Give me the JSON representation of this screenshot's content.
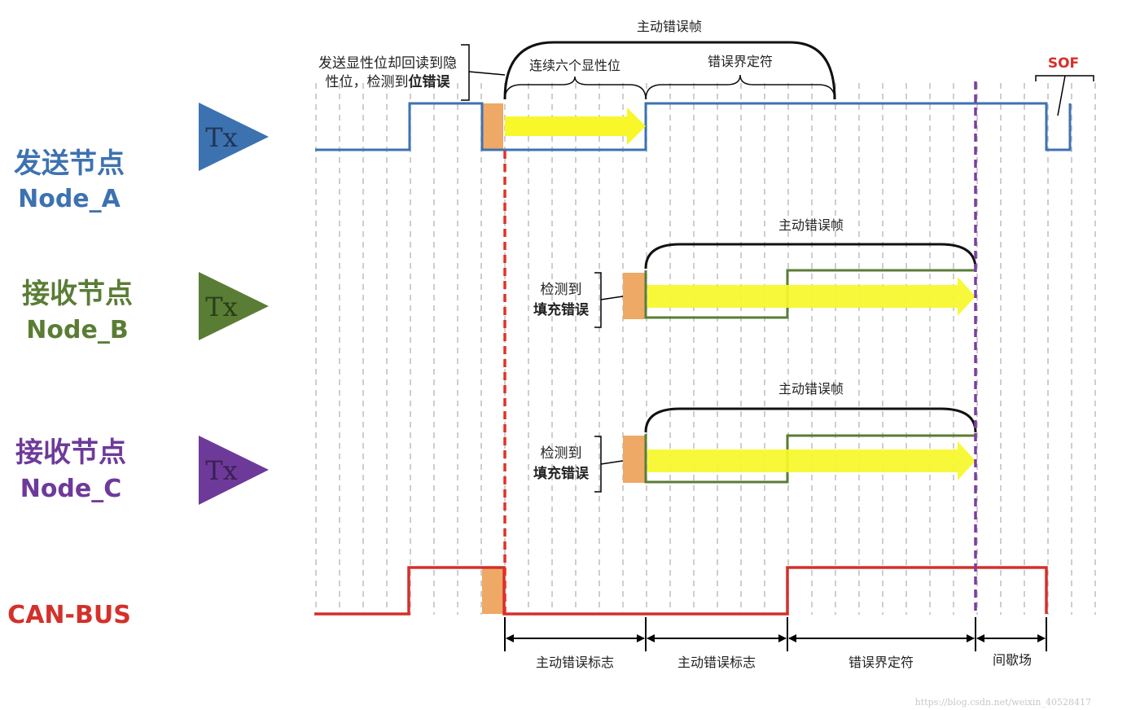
{
  "nodes": [
    {
      "name_cn": "发送节点",
      "name_en": "Node_A",
      "tx": "Tx",
      "color": "#3d72b1"
    },
    {
      "name_cn": "接收节点",
      "name_en": "Node_B",
      "tx": "Tx",
      "color": "#5a7d35"
    },
    {
      "name_cn": "接收节点",
      "name_en": "Node_C",
      "tx": "Tx",
      "color": "#6e3a9a"
    }
  ],
  "bus": {
    "label": "CAN-BUS",
    "color": "#d4302a"
  },
  "node_a": {
    "note_line1": "发送显性位却回读到隐",
    "note_line2_prefix": "性位，检测到",
    "note_line2_bold": "位错误",
    "frame_label": "主动错误帧",
    "six_dominant": "连续六个显性位",
    "delimiter": "错误界定符",
    "sof": "SOF"
  },
  "node_b": {
    "frame_label": "主动错误帧",
    "detect_line1": "检测到",
    "detect_line2": "填充错误"
  },
  "node_c": {
    "frame_label": "主动错误帧",
    "detect_line1": "检测到",
    "detect_line2": "填充错误"
  },
  "bottom": {
    "seg1": "主动错误标志",
    "seg2": "主动错误标志",
    "seg3": "错误界定符",
    "seg4": "间歇场"
  },
  "watermark": "https://blog.csdn.net/weixin_40528417",
  "colors": {
    "node_a": "#3d72b1",
    "node_b": "#5a7d35",
    "node_c": "#6e3a9a",
    "bus": "#d4302a",
    "arrow": "#f7f72a",
    "orange": "#eea966",
    "grid": "#bdbdbd",
    "red_dash": "#e0322a",
    "purple_dash": "#7a3fa0"
  }
}
